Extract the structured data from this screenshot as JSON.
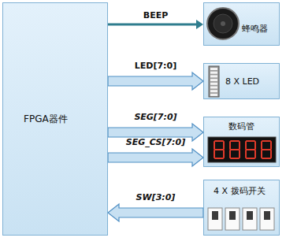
{
  "diagram": {
    "nodes": [
      {
        "text": [
          "FPGA器件"
        ]
      },
      {
        "text": [
          "蜂鸣器"
        ]
      },
      {
        "text": [
          "8 X LED"
        ]
      },
      {
        "text": [
          "数码管"
        ]
      },
      {
        "text": [
          "4 X 拨码开关"
        ]
      }
    ],
    "edges": [
      {
        "from": 0,
        "to": 1,
        "label": "BEEP",
        "arrow": "to"
      },
      {
        "from": 0,
        "to": 2,
        "label": "LED[7:0]",
        "arrow": "to"
      },
      {
        "from": 0,
        "to": 3,
        "label": "SEG[7:0]",
        "arrow": "to"
      },
      {
        "from": 0,
        "to": 3,
        "label": "SEG_CS[7:0]",
        "arrow": "to"
      },
      {
        "from": 4,
        "to": 0,
        "label": "SW[3:0]",
        "arrow": "to"
      }
    ]
  }
}
